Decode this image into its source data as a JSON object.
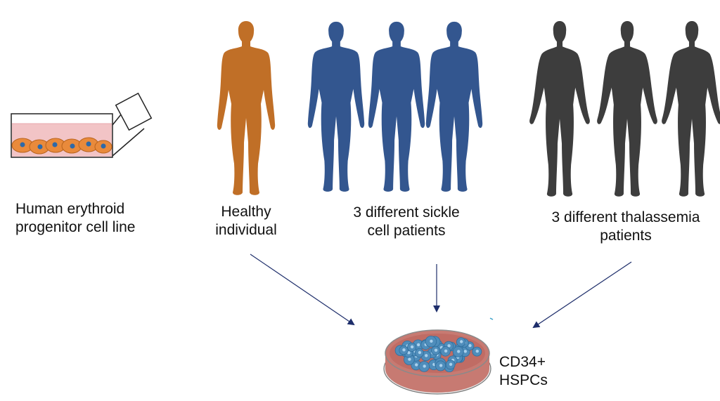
{
  "labels": {
    "cell_line": [
      "Human erythroid",
      "progenitor cell line"
    ],
    "healthy": [
      "Healthy",
      "individual"
    ],
    "sickle": [
      "3 different sickle",
      "cell patients"
    ],
    "thalassemia": [
      "3 different thalassemia",
      "patients"
    ],
    "hspc": [
      "CD34+",
      "HSPCs"
    ]
  },
  "colors": {
    "healthy": "#c06f27",
    "sickle": "#33568f",
    "thalassemia": "#3d3d3d",
    "arrow": "#1e2e6b",
    "cell": "#4f8dbb",
    "dish_medium": "#c77a72",
    "flask_medium": "#f2c4c6",
    "flask_cell": "#e98a3b"
  }
}
